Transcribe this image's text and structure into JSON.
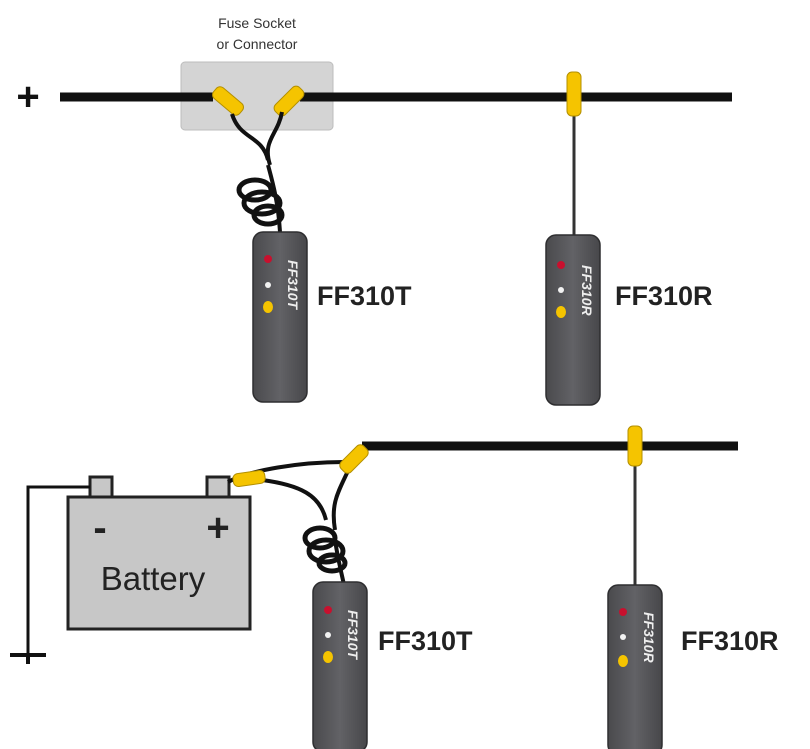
{
  "top": {
    "plus_symbol": "+",
    "fuse_label_line1": "Fuse Socket",
    "fuse_label_line2": "or Connector",
    "transmitter": {
      "model_label": "FF310T",
      "body_text": "FF310T"
    },
    "receiver": {
      "model_label": "FF310R",
      "body_text": "FF310R"
    }
  },
  "bottom": {
    "battery_label": "Battery",
    "battery_minus": "-",
    "battery_plus": "+",
    "transmitter": {
      "model_label": "FF310T",
      "body_text": "FF310T"
    },
    "receiver": {
      "model_label": "FF310R",
      "body_text": "FF310R"
    }
  },
  "colors": {
    "wire": "#111111",
    "clip": "#f5c400",
    "device": "#555558",
    "fuse_box": "#d4d4d4",
    "battery": "#c7c7c7",
    "led_red": "#c8102e",
    "led_white": "#f2f2f2",
    "led_yellow": "#f5c400"
  }
}
